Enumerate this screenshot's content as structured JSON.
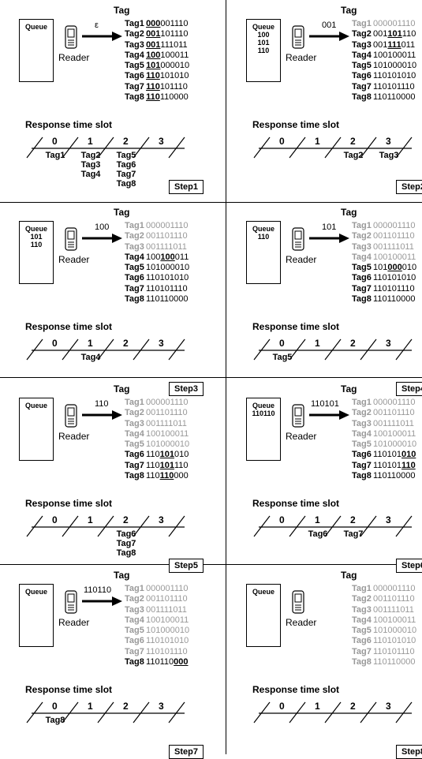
{
  "labels": {
    "tag_header": "Tag",
    "queue": "Queue",
    "reader": "Reader",
    "response": "Response time slot"
  },
  "steps": [
    {
      "step": "Step1",
      "queue": [],
      "command": "ε",
      "tags": [
        {
          "name": "Tag1",
          "pre": "",
          "mb": "000",
          "post": "001110",
          "grey": false
        },
        {
          "name": "Tag2",
          "pre": "",
          "mb": "001",
          "post": "101110",
          "grey": false
        },
        {
          "name": "Tag3",
          "pre": "",
          "mb": "001",
          "post": "111011",
          "grey": false
        },
        {
          "name": "Tag4",
          "pre": "",
          "mb": "100",
          "post": "100011",
          "grey": false
        },
        {
          "name": "Tag5",
          "pre": "",
          "mb": "101",
          "post": "000010",
          "grey": false
        },
        {
          "name": "Tag6",
          "pre": "",
          "mb": "110",
          "post": "101010",
          "grey": false
        },
        {
          "name": "Tag7",
          "pre": "",
          "mb": "110",
          "post": "101110",
          "grey": false
        },
        {
          "name": "Tag8",
          "pre": "",
          "mb": "110",
          "post": "110000",
          "grey": false
        }
      ],
      "slots": [
        "0",
        "1",
        "2",
        "3"
      ],
      "slot_tags": [
        [
          "Tag1"
        ],
        [
          "Tag2",
          "Tag3",
          "Tag4"
        ],
        [
          "Tag5",
          "Tag6",
          "Tag7",
          "Tag8"
        ],
        []
      ]
    },
    {
      "step": "Step2",
      "queue": [
        "100",
        "101",
        "110"
      ],
      "command": "001",
      "tags": [
        {
          "name": "Tag1",
          "pre": "000001110",
          "mb": "",
          "post": "",
          "grey": true
        },
        {
          "name": "Tag2",
          "pre": "001",
          "mb": "101",
          "post": "110",
          "grey": false
        },
        {
          "name": "Tag3",
          "pre": "001",
          "mb": "111",
          "post": "011",
          "grey": false
        },
        {
          "name": "Tag4",
          "pre": "100100011",
          "mb": "",
          "post": "",
          "grey": false
        },
        {
          "name": "Tag5",
          "pre": "101000010",
          "mb": "",
          "post": "",
          "grey": false
        },
        {
          "name": "Tag6",
          "pre": "110101010",
          "mb": "",
          "post": "",
          "grey": false
        },
        {
          "name": "Tag7",
          "pre": "110101110",
          "mb": "",
          "post": "",
          "grey": false
        },
        {
          "name": "Tag8",
          "pre": "110110000",
          "mb": "",
          "post": "",
          "grey": false
        }
      ],
      "slots": [
        "0",
        "1",
        "2",
        "3"
      ],
      "slot_tags": [
        [],
        [],
        [
          "Tag2"
        ],
        [
          "Tag3"
        ]
      ]
    },
    {
      "step": "Step3",
      "queue": [
        "101",
        "110"
      ],
      "command": "100",
      "tags": [
        {
          "name": "Tag1",
          "pre": "000001110",
          "mb": "",
          "post": "",
          "grey": true
        },
        {
          "name": "Tag2",
          "pre": "001101110",
          "mb": "",
          "post": "",
          "grey": true
        },
        {
          "name": "Tag3",
          "pre": "001111011",
          "mb": "",
          "post": "",
          "grey": true
        },
        {
          "name": "Tag4",
          "pre": "100",
          "mb": "100",
          "post": "011",
          "grey": false
        },
        {
          "name": "Tag5",
          "pre": "101000010",
          "mb": "",
          "post": "",
          "grey": false
        },
        {
          "name": "Tag6",
          "pre": "110101010",
          "mb": "",
          "post": "",
          "grey": false
        },
        {
          "name": "Tag7",
          "pre": "110101110",
          "mb": "",
          "post": "",
          "grey": false
        },
        {
          "name": "Tag8",
          "pre": "110110000",
          "mb": "",
          "post": "",
          "grey": false
        }
      ],
      "slots": [
        "0",
        "1",
        "2",
        "3"
      ],
      "slot_tags": [
        [],
        [
          "Tag4"
        ],
        [],
        []
      ]
    },
    {
      "step": "Step4",
      "queue": [
        "110"
      ],
      "command": "101",
      "tags": [
        {
          "name": "Tag1",
          "pre": "000001110",
          "mb": "",
          "post": "",
          "grey": true
        },
        {
          "name": "Tag2",
          "pre": "001101110",
          "mb": "",
          "post": "",
          "grey": true
        },
        {
          "name": "Tag3",
          "pre": "001111011",
          "mb": "",
          "post": "",
          "grey": true
        },
        {
          "name": "Tag4",
          "pre": "100100011",
          "mb": "",
          "post": "",
          "grey": true
        },
        {
          "name": "Tag5",
          "pre": "101",
          "mb": "000",
          "post": "010",
          "grey": false
        },
        {
          "name": "Tag6",
          "pre": "110101010",
          "mb": "",
          "post": "",
          "grey": false
        },
        {
          "name": "Tag7",
          "pre": "110101110",
          "mb": "",
          "post": "",
          "grey": false
        },
        {
          "name": "Tag8",
          "pre": "110110000",
          "mb": "",
          "post": "",
          "grey": false
        }
      ],
      "slots": [
        "0",
        "1",
        "2",
        "3"
      ],
      "slot_tags": [
        [
          "Tag5"
        ],
        [],
        [],
        []
      ]
    },
    {
      "step": "Step5",
      "queue": [],
      "command": "110",
      "tags": [
        {
          "name": "Tag1",
          "pre": "000001110",
          "mb": "",
          "post": "",
          "grey": true
        },
        {
          "name": "Tag2",
          "pre": "001101110",
          "mb": "",
          "post": "",
          "grey": true
        },
        {
          "name": "Tag3",
          "pre": "001111011",
          "mb": "",
          "post": "",
          "grey": true
        },
        {
          "name": "Tag4",
          "pre": "100100011",
          "mb": "",
          "post": "",
          "grey": true
        },
        {
          "name": "Tag5",
          "pre": "101000010",
          "mb": "",
          "post": "",
          "grey": true
        },
        {
          "name": "Tag6",
          "pre": "110",
          "mb": "101",
          "post": "010",
          "grey": false
        },
        {
          "name": "Tag7",
          "pre": "110",
          "mb": "101",
          "post": "110",
          "grey": false
        },
        {
          "name": "Tag8",
          "pre": "110",
          "mb": "110",
          "post": "000",
          "grey": false
        }
      ],
      "slots": [
        "0",
        "1",
        "2",
        "3"
      ],
      "slot_tags": [
        [],
        [],
        [
          "Tag6",
          "Tag7",
          "Tag8"
        ],
        []
      ]
    },
    {
      "step": "Step6",
      "queue": [
        "110110"
      ],
      "command": "110101",
      "tags": [
        {
          "name": "Tag1",
          "pre": "000001110",
          "mb": "",
          "post": "",
          "grey": true
        },
        {
          "name": "Tag2",
          "pre": "001101110",
          "mb": "",
          "post": "",
          "grey": true
        },
        {
          "name": "Tag3",
          "pre": "001111011",
          "mb": "",
          "post": "",
          "grey": true
        },
        {
          "name": "Tag4",
          "pre": "100100011",
          "mb": "",
          "post": "",
          "grey": true
        },
        {
          "name": "Tag5",
          "pre": "101000010",
          "mb": "",
          "post": "",
          "grey": true
        },
        {
          "name": "Tag6",
          "pre": "110101",
          "mb": "010",
          "post": "",
          "grey": false
        },
        {
          "name": "Tag7",
          "pre": "110101",
          "mb": "110",
          "post": "",
          "grey": false
        },
        {
          "name": "Tag8",
          "pre": "110110000",
          "mb": "",
          "post": "",
          "grey": false
        }
      ],
      "slots": [
        "0",
        "1",
        "2",
        "3"
      ],
      "slot_tags": [
        [],
        [
          "Tag6"
        ],
        [
          "Tag7"
        ],
        []
      ]
    },
    {
      "step": "Step7",
      "queue": [],
      "command": "110110",
      "tags": [
        {
          "name": "Tag1",
          "pre": "000001110",
          "mb": "",
          "post": "",
          "grey": true
        },
        {
          "name": "Tag2",
          "pre": "001101110",
          "mb": "",
          "post": "",
          "grey": true
        },
        {
          "name": "Tag3",
          "pre": "001111011",
          "mb": "",
          "post": "",
          "grey": true
        },
        {
          "name": "Tag4",
          "pre": "100100011",
          "mb": "",
          "post": "",
          "grey": true
        },
        {
          "name": "Tag5",
          "pre": "101000010",
          "mb": "",
          "post": "",
          "grey": true
        },
        {
          "name": "Tag6",
          "pre": "110101010",
          "mb": "",
          "post": "",
          "grey": true
        },
        {
          "name": "Tag7",
          "pre": "110101110",
          "mb": "",
          "post": "",
          "grey": true
        },
        {
          "name": "Tag8",
          "pre": "110110",
          "mb": "000",
          "post": "",
          "grey": false
        }
      ],
      "slots": [
        "0",
        "1",
        "2",
        "3"
      ],
      "slot_tags": [
        [
          "Tag8"
        ],
        [],
        [],
        []
      ]
    },
    {
      "step": "Step8",
      "queue": [],
      "command": "",
      "tags": [
        {
          "name": "Tag1",
          "pre": "000001110",
          "mb": "",
          "post": "",
          "grey": true
        },
        {
          "name": "Tag2",
          "pre": "001101110",
          "mb": "",
          "post": "",
          "grey": true
        },
        {
          "name": "Tag3",
          "pre": "001111011",
          "mb": "",
          "post": "",
          "grey": true
        },
        {
          "name": "Tag4",
          "pre": "100100011",
          "mb": "",
          "post": "",
          "grey": true
        },
        {
          "name": "Tag5",
          "pre": "101000010",
          "mb": "",
          "post": "",
          "grey": true
        },
        {
          "name": "Tag6",
          "pre": "110101010",
          "mb": "",
          "post": "",
          "grey": true
        },
        {
          "name": "Tag7",
          "pre": "110101110",
          "mb": "",
          "post": "",
          "grey": true
        },
        {
          "name": "Tag8",
          "pre": "110110000",
          "mb": "",
          "post": "",
          "grey": true
        }
      ],
      "slots": [
        "0",
        "1",
        "2",
        "3"
      ],
      "slot_tags": [
        [],
        [],
        [],
        []
      ]
    }
  ]
}
